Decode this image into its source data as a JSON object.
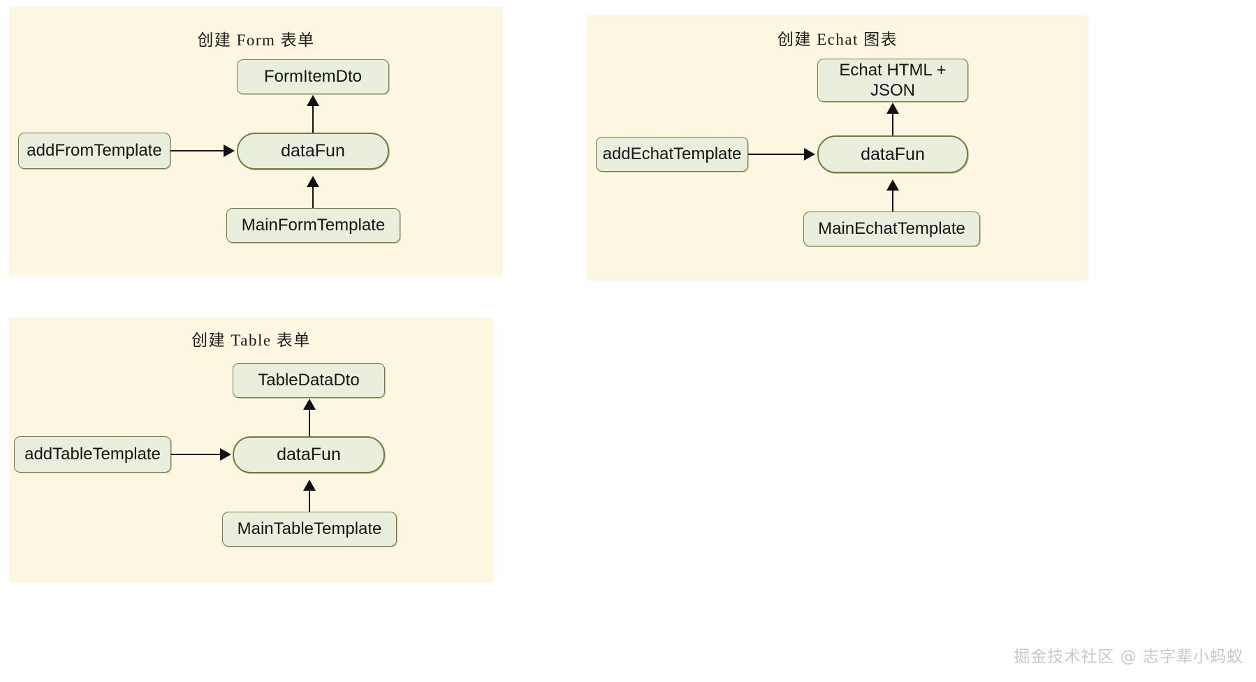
{
  "diagram": {
    "background_color": "#ffffff",
    "panel_color": "#fdf6e1",
    "node_fill": "#e9eedd",
    "node_border": "#6f7d38",
    "arrow_color": "#111111",
    "watermark_color": "#c9c9cc"
  },
  "panels": [
    {
      "id": "form",
      "title": "创建 Form 表单",
      "nodes": {
        "output": "FormItemDto",
        "entry": "addFromTemplate",
        "process": "dataFun",
        "source": "MainFormTemplate"
      }
    },
    {
      "id": "echat",
      "title": "创建 Echat 图表",
      "nodes": {
        "output": "Echat HTML + JSON",
        "output_line1": "Echat HTML +",
        "output_line2": "JSON",
        "entry": "addEchatTemplate",
        "process": "dataFun",
        "source": "MainEchatTemplate"
      }
    },
    {
      "id": "table",
      "title": "创建 Table 表单",
      "nodes": {
        "output": "TableDataDto",
        "entry": "addTableTemplate",
        "process": "dataFun",
        "source": "MainTableTemplate"
      }
    }
  ],
  "watermark": {
    "text": "掘金技术社区 @ 志字辈小蚂蚁"
  }
}
